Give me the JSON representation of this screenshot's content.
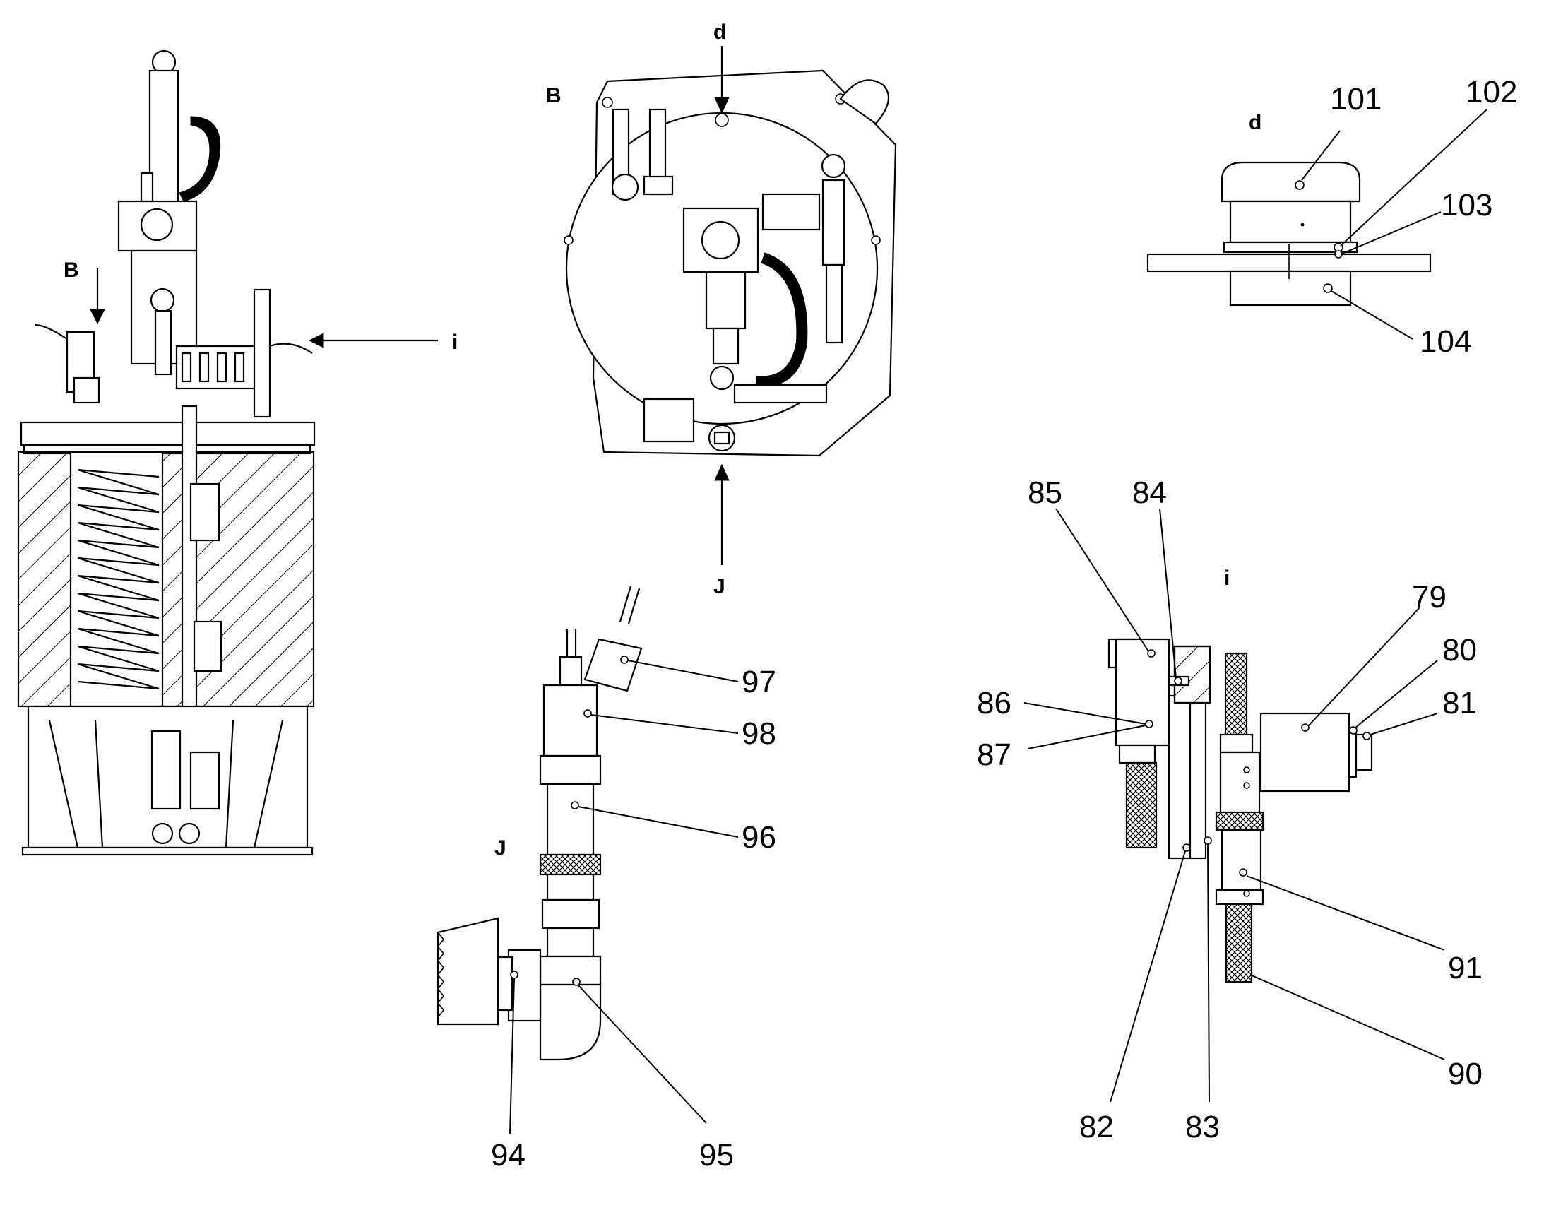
{
  "views": {
    "B": "B",
    "d": "d",
    "i": "i",
    "J": "J"
  },
  "callouts": {
    "c79": "79",
    "c80": "80",
    "c81": "81",
    "c82": "82",
    "c83": "83",
    "c84": "84",
    "c85": "85",
    "c86": "86",
    "c87": "87",
    "c90": "90",
    "c91": "91",
    "c94": "94",
    "c95": "95",
    "c96": "96",
    "c97": "97",
    "c98": "98",
    "c101": "101",
    "c102": "102",
    "c103": "103",
    "c104": "104"
  }
}
